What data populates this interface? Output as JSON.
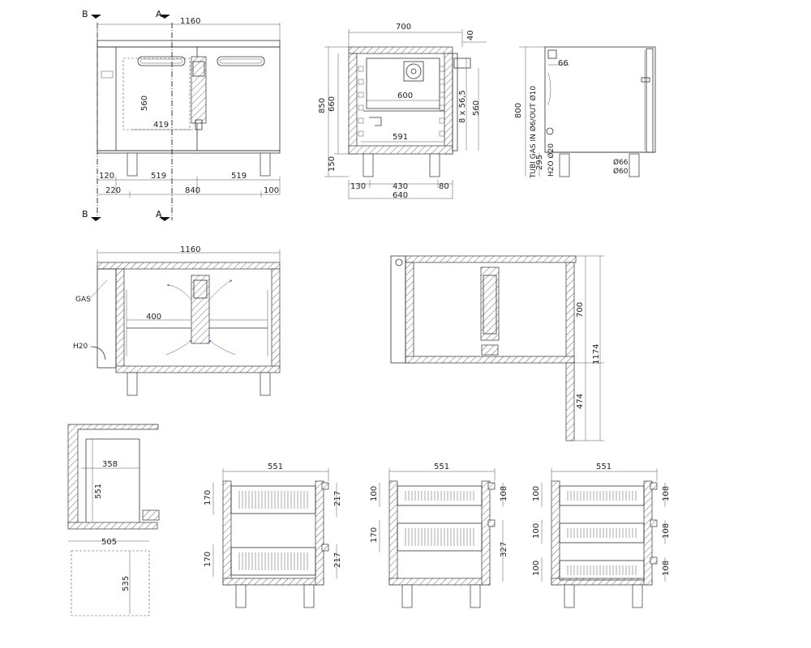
{
  "sections": {
    "b": "B",
    "a": "A"
  },
  "front": {
    "width": "1160",
    "h560": "560",
    "w419": "419",
    "b120": "120",
    "b519a": "519",
    "b519b": "519",
    "b220": "220",
    "b840": "840",
    "b100": "100"
  },
  "side": {
    "w700": "700",
    "d40": "40",
    "h850": "850",
    "h660": "660",
    "h150": "150",
    "w600": "600",
    "w591": "591",
    "pitch": "8 x 56,5",
    "h560": "560",
    "b130": "130",
    "b430": "430",
    "b80": "80",
    "b640": "640"
  },
  "right": {
    "h800": "800",
    "d66": "66",
    "tubi": "TUBI GAS IN Ø6/OUT Ø10",
    "h295": "295",
    "h2o": "H2O Ø20",
    "o66": "Ø66",
    "o60": "Ø60"
  },
  "plan": {
    "w1160": "1160",
    "gas": "GAS",
    "h2o": "H20",
    "w400": "400"
  },
  "door": {
    "h700": "700",
    "h1174": "1174",
    "h474": "474"
  },
  "section": {
    "w358": "358",
    "h551": "551",
    "w505": "505",
    "h535": "535"
  },
  "drawers": [
    {
      "w": "551",
      "a1": "170",
      "a2": "170",
      "r1": "217",
      "r2": "217"
    },
    {
      "w": "551",
      "a1": "100",
      "a2": "170",
      "r1": "108",
      "r2": "327"
    },
    {
      "w": "551",
      "a1": "100",
      "a2": "100",
      "a3": "100",
      "r1": "108",
      "r2": "108",
      "r3": "108"
    }
  ],
  "colors": {
    "airflow": "#2b7fc4",
    "line": "#333333"
  }
}
